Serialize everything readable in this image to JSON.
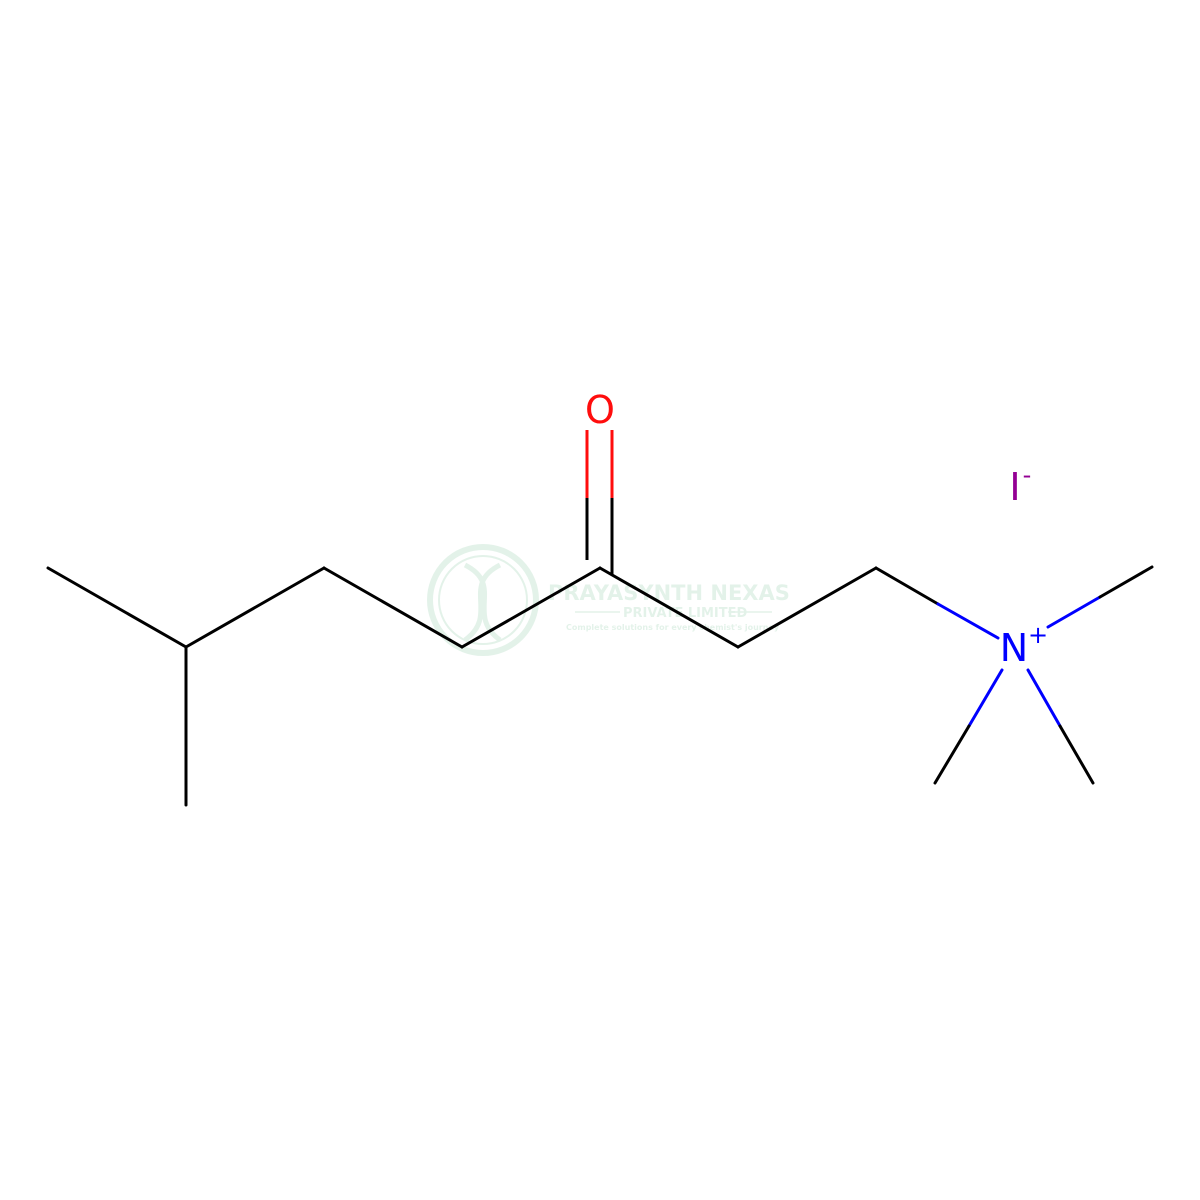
{
  "molecule": {
    "atoms": {
      "oxygen": "O",
      "nitrogen": "N",
      "nitrogen_charge": "+",
      "iodide": "I",
      "iodide_charge": "-"
    },
    "colors": {
      "bond": "#000000",
      "oxygen": "#ff0d0d",
      "nitrogen": "#0000ff",
      "iodine": "#940094"
    }
  },
  "watermark": {
    "name": "PRAYASYNTH NEXAS",
    "subtitle": "PRIVATE LIMITED",
    "tagline": "Complete solutions for every chemist's journey",
    "color": "#2e9e5b"
  }
}
